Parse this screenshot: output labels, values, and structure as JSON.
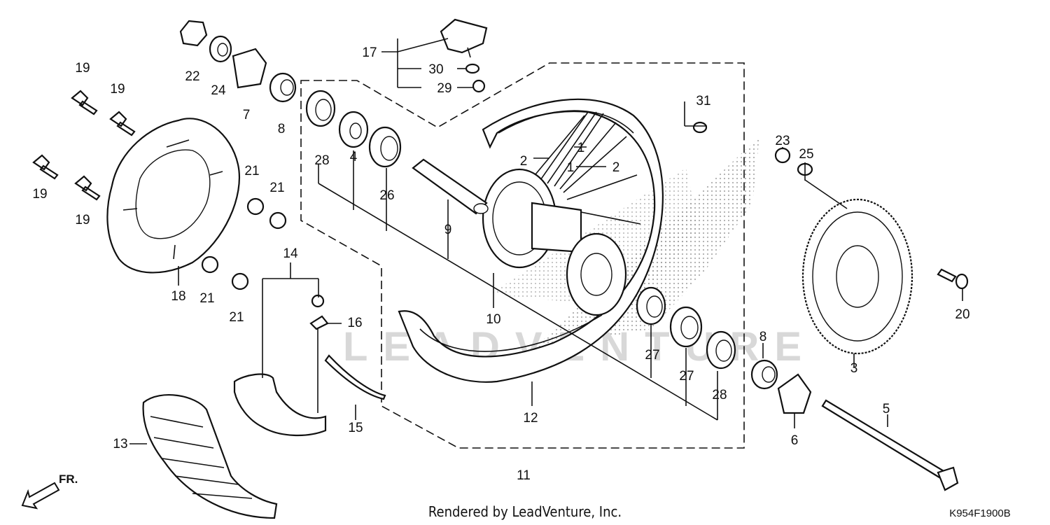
{
  "diagram": {
    "footer": "Rendered by LeadVenture, Inc.",
    "code": "K954F1900B",
    "direction": "FR.",
    "watermark": "LEADVENTURE",
    "labels": {
      "l1a": "1",
      "l1b": "1",
      "l2a": "2",
      "l2b": "2",
      "l3": "3",
      "l4": "4",
      "l5": "5",
      "l6": "6",
      "l7": "7",
      "l8a": "8",
      "l8b": "8",
      "l9": "9",
      "l10": "10",
      "l11": "11",
      "l12": "12",
      "l13": "13",
      "l14": "14",
      "l15": "15",
      "l16": "16",
      "l17": "17",
      "l18": "18",
      "l19a": "19",
      "l19b": "19",
      "l19c": "19",
      "l19d": "19",
      "l20": "20",
      "l21a": "21",
      "l21b": "21",
      "l21c": "21",
      "l21d": "21",
      "l22": "22",
      "l23": "23",
      "l24": "24",
      "l25": "25",
      "l26": "26",
      "l27a": "27",
      "l27b": "27",
      "l28a": "28",
      "l28b": "28",
      "l29": "29",
      "l30": "30",
      "l31": "31"
    }
  }
}
